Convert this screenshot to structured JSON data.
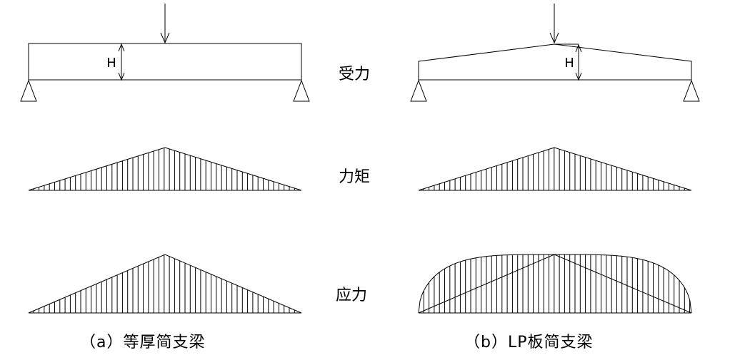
{
  "rows": {
    "load": "受力",
    "moment": "力矩",
    "stress": "应力"
  },
  "captions": {
    "a": "（a）等厚简支梁",
    "b": "（b）LP板简支梁"
  },
  "beam_marker": "H"
}
